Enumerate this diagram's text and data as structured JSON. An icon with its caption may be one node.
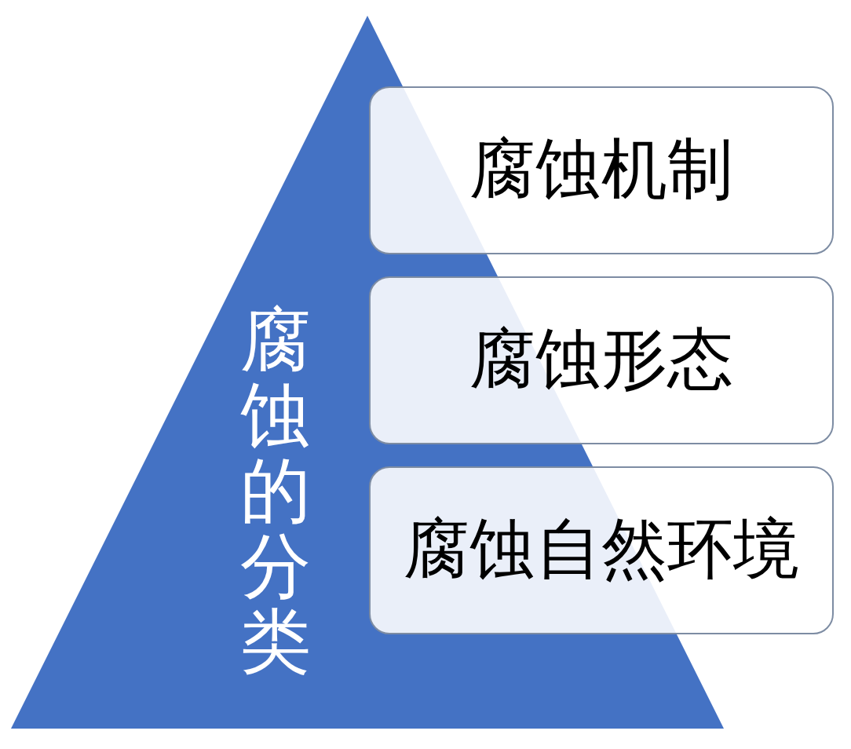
{
  "diagram": {
    "nodes": [
      {
        "text": [
          "腐蚀的分类"
        ]
      },
      {
        "text": [
          "腐蚀机制"
        ]
      },
      {
        "text": [
          "腐蚀形态"
        ]
      },
      {
        "text": [
          "腐蚀自然环境"
        ]
      }
    ]
  }
}
